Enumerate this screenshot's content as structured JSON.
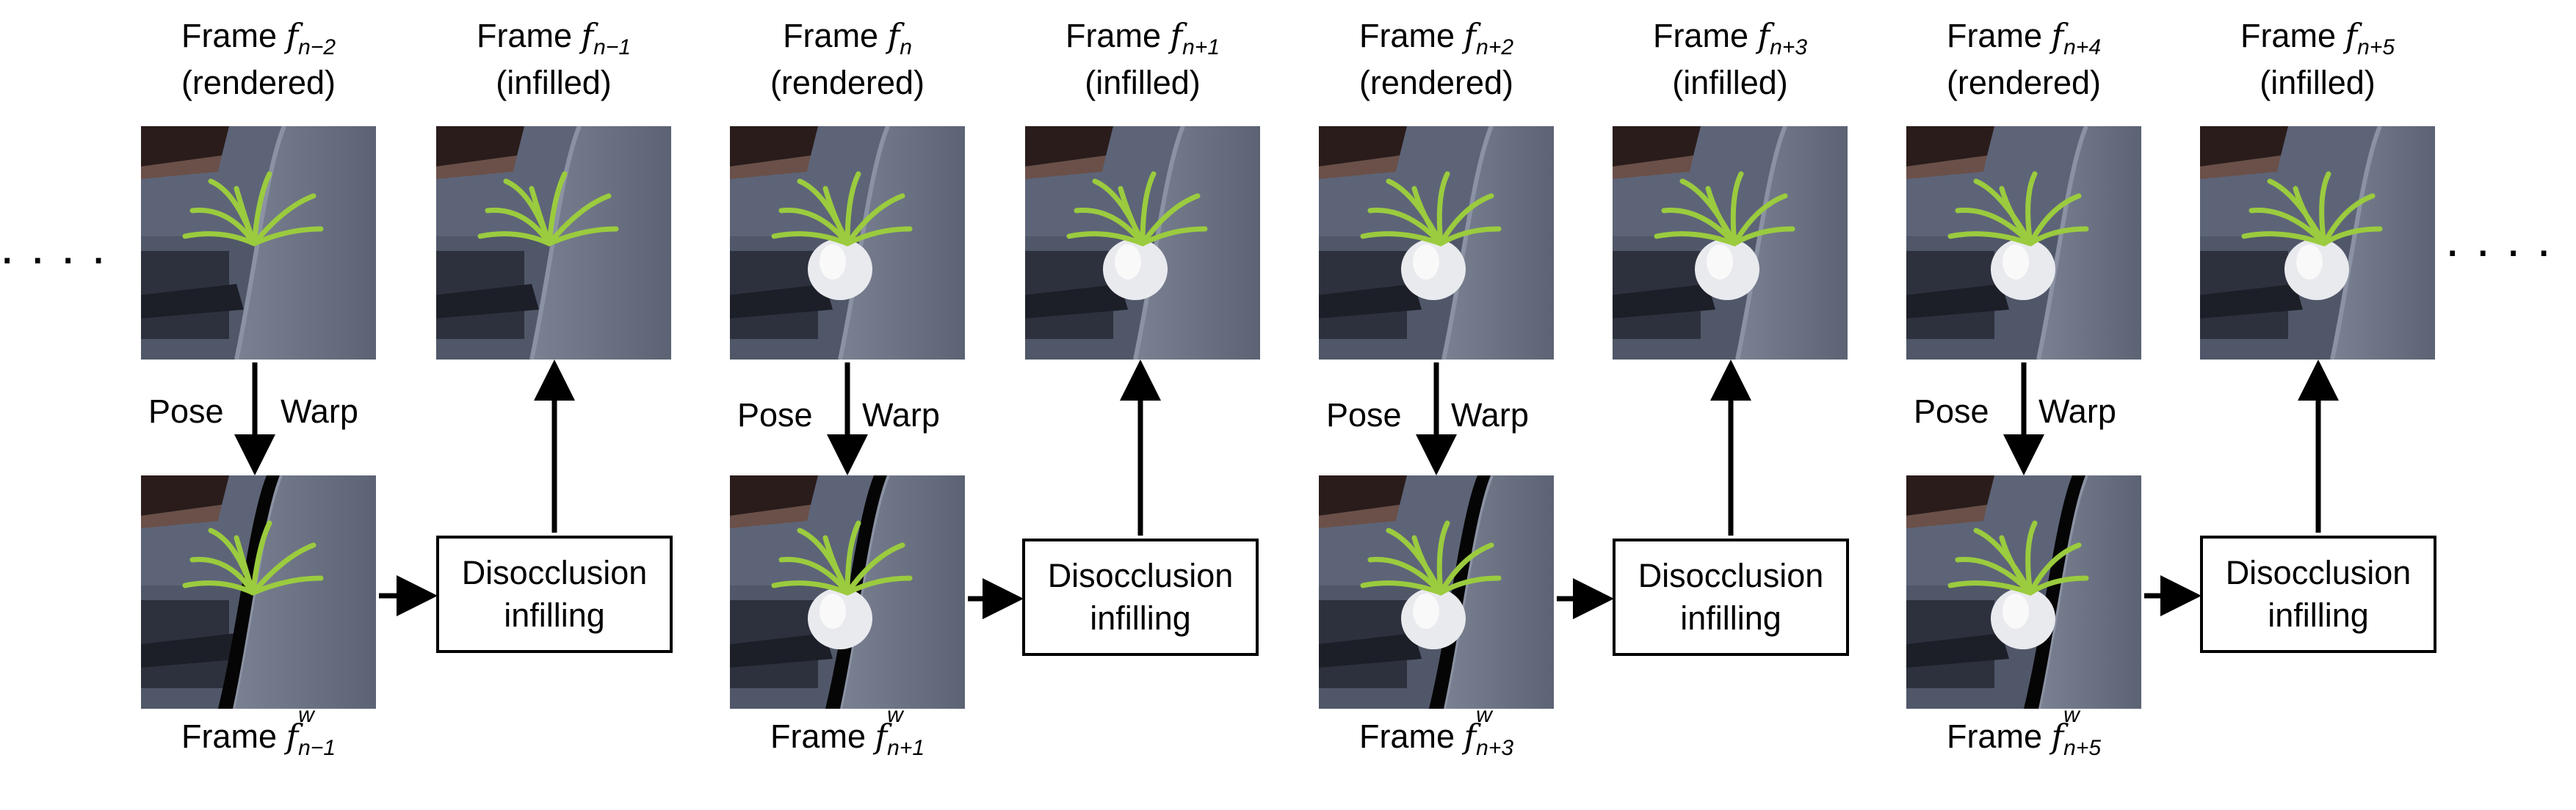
{
  "ellipsis_left": "....",
  "ellipsis_right": "....",
  "top_frames": [
    {
      "word": "Frame",
      "symbol": "f",
      "sub": "n−2",
      "status": "(rendered)"
    },
    {
      "word": "Frame",
      "symbol": "f",
      "sub": "n−1",
      "status": "(infilled)"
    },
    {
      "word": "Frame",
      "symbol": "f",
      "sub": "n",
      "status": "(rendered)"
    },
    {
      "word": "Frame",
      "symbol": "f",
      "sub": "n+1",
      "status": "(infilled)"
    },
    {
      "word": "Frame",
      "symbol": "f",
      "sub": "n+2",
      "status": "(rendered)"
    },
    {
      "word": "Frame",
      "symbol": "f",
      "sub": "n+3",
      "status": "(infilled)"
    },
    {
      "word": "Frame",
      "symbol": "f",
      "sub": "n+4",
      "status": "(rendered)"
    },
    {
      "word": "Frame",
      "symbol": "f",
      "sub": "n+5",
      "status": "(infilled)"
    }
  ],
  "warped_frames": [
    {
      "word": "Frame",
      "symbol": "f",
      "sup": "w",
      "sub": "n−1"
    },
    {
      "word": "Frame",
      "symbol": "f",
      "sup": "w",
      "sub": "n+1"
    },
    {
      "word": "Frame",
      "symbol": "f",
      "sup": "w",
      "sub": "n+3"
    },
    {
      "word": "Frame",
      "symbol": "f",
      "sup": "w",
      "sub": "n+5"
    }
  ],
  "arrow_labels": {
    "pose": "Pose",
    "warp": "Warp"
  },
  "infill_box": {
    "line1": "Disocclusion",
    "line2": "infilling"
  }
}
